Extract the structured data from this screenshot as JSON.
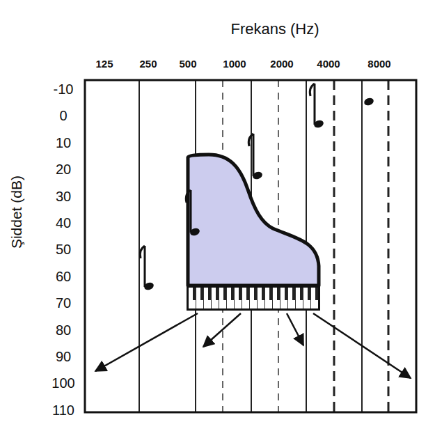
{
  "diagram": {
    "title": "Frekans (Hz)",
    "labels": [
      "125",
      "250",
      "500",
      "1000",
      "2000",
      "4000",
      "8000",
      "-10",
      "0",
      "10",
      "20",
      "30",
      "40",
      "50",
      "60",
      "70",
      "80",
      "90",
      "100",
      "110",
      "Şiddet (dB)"
    ]
  }
}
